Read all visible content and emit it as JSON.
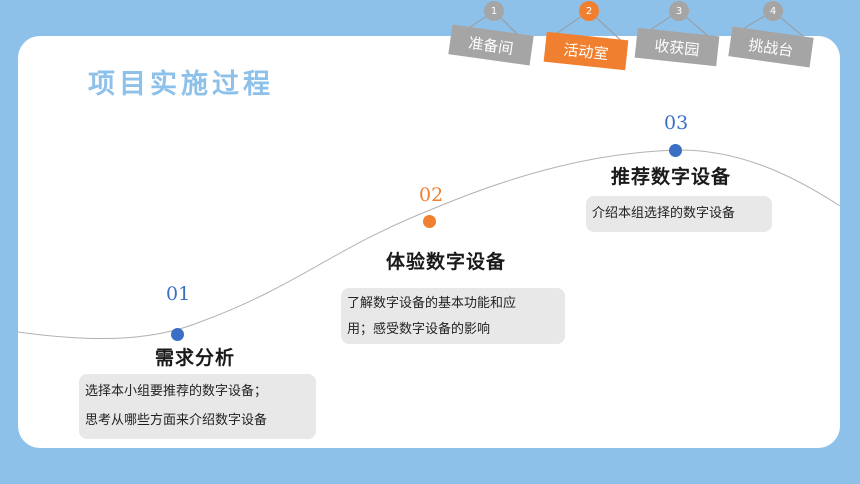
{
  "page": {
    "title": "项目实施过程",
    "colors": {
      "background": "#8ec1ea",
      "accent_orange": "#f08030",
      "accent_blue": "#3a6fc4",
      "tab_gray": "#a5a5a5"
    }
  },
  "tabs": [
    {
      "number": "1",
      "label": "准备间",
      "active": false
    },
    {
      "number": "2",
      "label": "活动室",
      "active": true
    },
    {
      "number": "3",
      "label": "收获园",
      "active": false
    },
    {
      "number": "4",
      "label": "挑战台",
      "active": false
    }
  ],
  "steps": [
    {
      "number": "01",
      "title": "需求分析",
      "lines": [
        "选择本小组要推荐的数字设备；",
        "思考从哪些方面来介绍数字设备"
      ]
    },
    {
      "number": "02",
      "title": "体验数字设备",
      "lines": [
        "了解数字设备的基本功能和应",
        "用；感受数字设备的影响"
      ]
    },
    {
      "number": "03",
      "title": "推荐数字设备",
      "lines": [
        "介绍本组选择的数字设备"
      ]
    }
  ]
}
